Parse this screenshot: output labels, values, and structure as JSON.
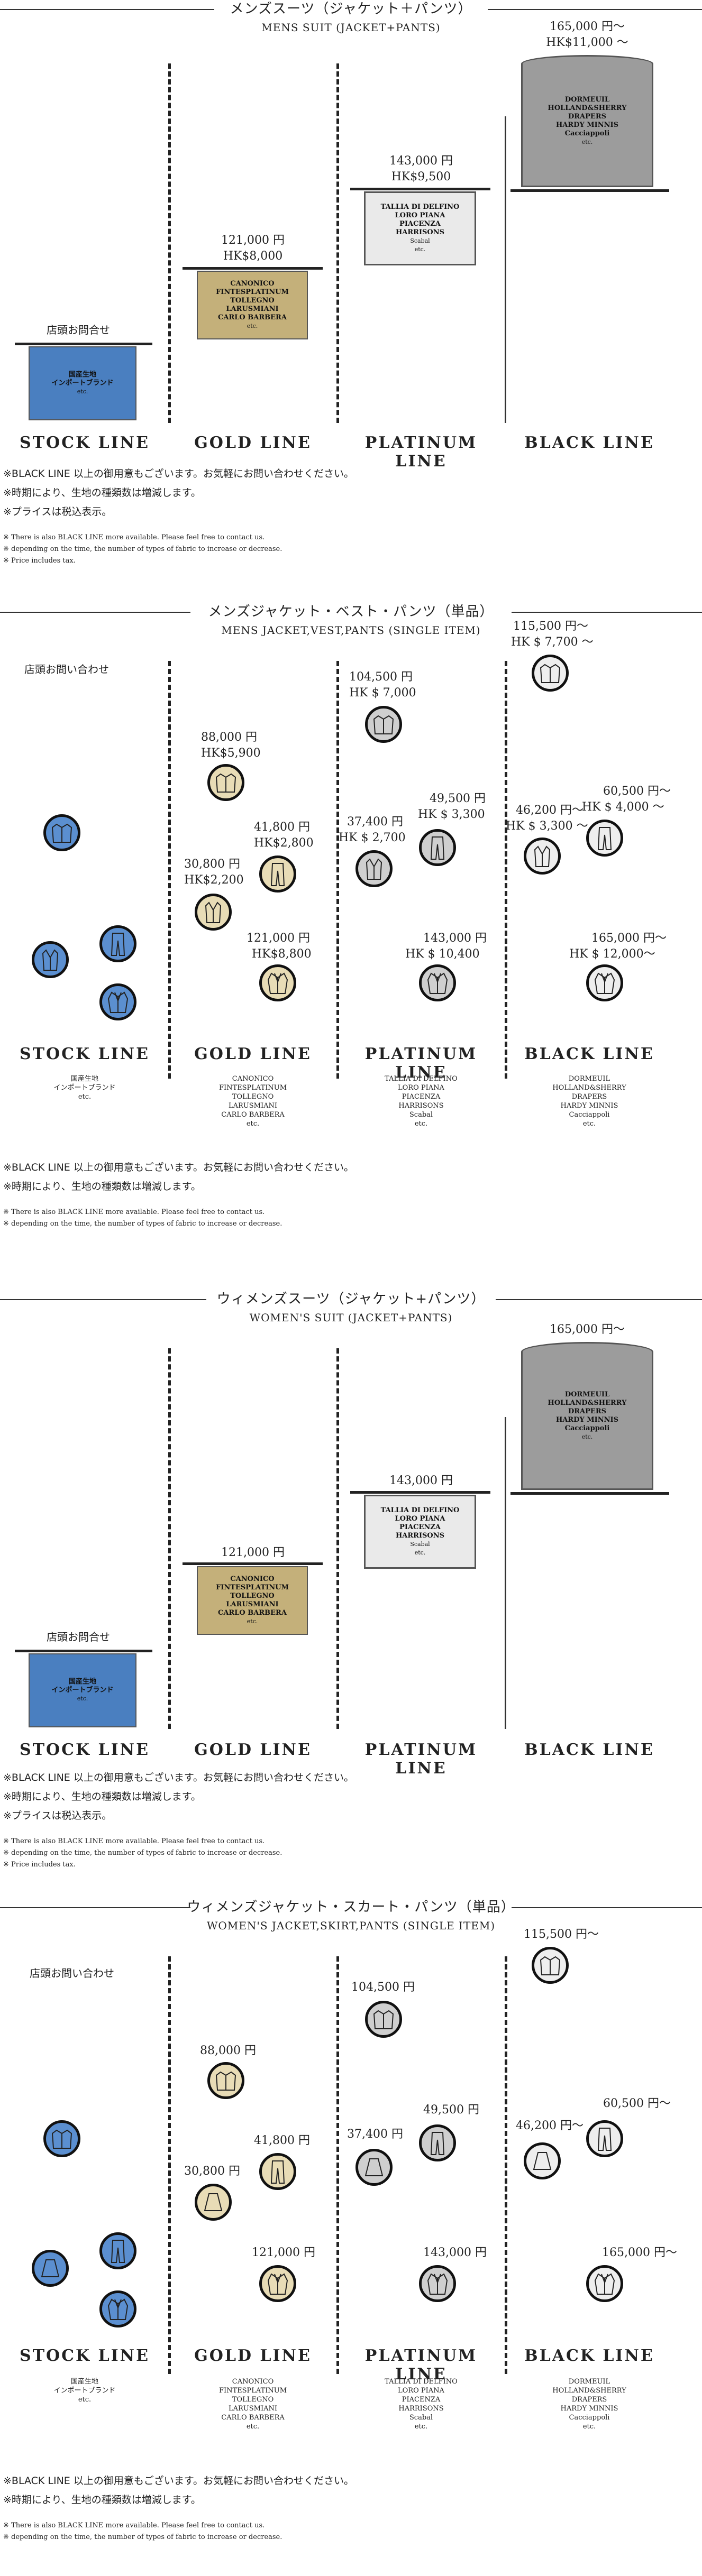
{
  "sections": [
    {
      "title": "メンズスーツ（ジャケット＋パンツ）",
      "subtitle": "MENS SUIT (JACKET+PANTS)"
    },
    {
      "title": "メンズジャケット・ベスト・パンツ（単品）",
      "subtitle": "MENS JACKET,VEST,PANTS (SINGLE ITEM)"
    },
    {
      "title": "ウィメンズスーツ（ジャケット+パンツ）",
      "subtitle": "WOMEN'S SUIT (JACKET+PANTS)"
    },
    {
      "title": "ウィメンズジャケット・スカート・パンツ（単品）",
      "subtitle": "WOMEN'S JACKET,SKIRT,PANTS (SINGLE ITEM)"
    }
  ],
  "lines": {
    "stock": "STOCK LINE",
    "gold": "GOLD LINE",
    "platinum": "PLATINUM LINE",
    "black": "BLACK LINE"
  },
  "fabrics": {
    "stock": [
      "国産生地",
      "インポートブランド",
      "etc."
    ],
    "gold": [
      "CANONICO",
      "FINTESPLATINUM",
      "TOLLEGNO",
      "LARUSMIANI",
      "CARLO BARBERA",
      "etc."
    ],
    "platinum": [
      "TALLIA DI DELFINO",
      "LORO PIANA",
      "PIACENZA",
      "HARRISONS",
      "Scabal",
      "etc."
    ],
    "black": [
      "DORMEUIL",
      "HOLLAND&SHERRY",
      "DRAPERS",
      "HARDY MINNIS",
      "Cacciappoli",
      "etc."
    ]
  },
  "inquiry": "店頭お問合せ",
  "inquiry2": "店頭お問い合わせ",
  "s1prices": {
    "gold": "121,000 円",
    "gold_hk": "HK$8,000",
    "plat": "143,000 円",
    "plat_hk": "HK$9,500",
    "black": "165,000 円～",
    "black_hk": "HK$11,000 ～"
  },
  "s2prices": {
    "g1": "88,000 円",
    "g1h": "HK$5,900",
    "g2": "30,800 円",
    "g2h": "HK$2,200",
    "g3": "41,800 円",
    "g3h": "HK$2,800",
    "g4": "121,000 円",
    "g4h": "HK$8,800",
    "p1": "104,500 円",
    "p1h": "HK $ 7,000",
    "p2": "37,400 円",
    "p2h": "HK $ 2,700",
    "p3": "49,500 円",
    "p3h": "HK $ 3,300",
    "p4": "143,000 円",
    "p4h": "HK $ 10,400",
    "b1": "115,500 円～",
    "b1h": "HK $ 7,700 ～",
    "b2": "46,200 円～",
    "b2h": "HK $ 3,300 ～",
    "b3": "60,500 円～",
    "b3h": "HK $ 4,000 ～",
    "b4": "165,000 円～",
    "b4h": "HK $ 12,000～"
  },
  "s3prices": {
    "gold": "121,000 円",
    "plat": "143,000 円",
    "black": "165,000 円～"
  },
  "s4prices": {
    "g1": "88,000 円",
    "g2": "30,800 円",
    "g3": "41,800 円",
    "g4": "121,000 円",
    "p1": "104,500 円",
    "p2": "37,400 円",
    "p3": "49,500 円",
    "p4": "143,000 円",
    "b1": "115,500 円～",
    "b2": "46,200 円～",
    "b3": "60,500 円～",
    "b4": "165,000 円～"
  },
  "notes": {
    "jp1": "※BLACK LINE 以上の御用意もございます。お気軽にお問い合わせください。",
    "jp2": "※時期により、生地の種類数は増減します。",
    "jp3": "※プライスは税込表示。",
    "en1": "※ There is also BLACK LINE more available. Please feel free to contact us.",
    "en2": "※ depending on the time, the number of types of fabric to increase or decrease.",
    "en3": "※ Price includes tax."
  }
}
